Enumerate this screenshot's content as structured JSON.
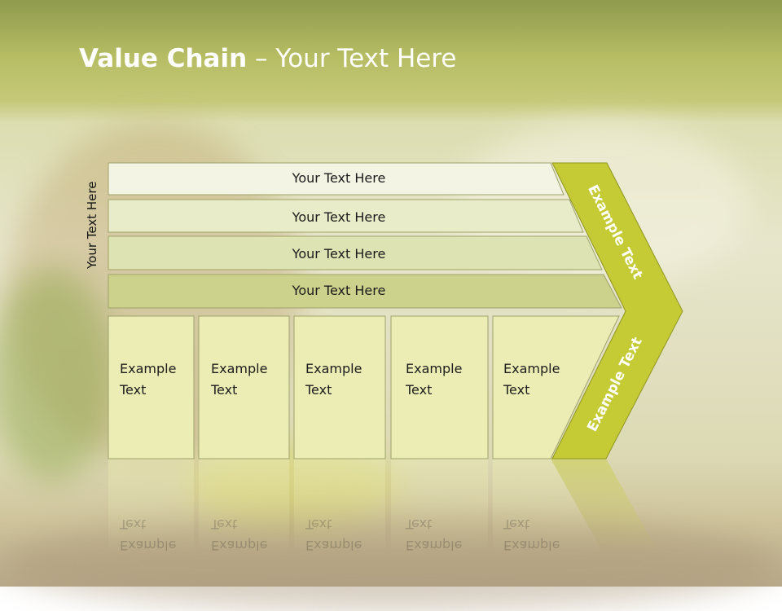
{
  "slide": {
    "title_bold": "Value Chain",
    "title_rest": " – Your Text Here",
    "side_label": "Your Text Here"
  },
  "rows": [
    {
      "label": "Your Text Here"
    },
    {
      "label": "Your Text Here"
    },
    {
      "label": "Your Text Here"
    },
    {
      "label": "Your Text Here"
    }
  ],
  "boxes": [
    {
      "line1": "Example",
      "line2": "Text"
    },
    {
      "line1": "Example",
      "line2": "Text"
    },
    {
      "line1": "Example",
      "line2": "Text"
    },
    {
      "line1": "Example",
      "line2": "Text"
    },
    {
      "line1": "Example",
      "line2": "Text"
    }
  ],
  "chevron": {
    "upper_label": "Example Text",
    "lower_label": "Example Text"
  },
  "colors": {
    "header_olive": "#b6bd63",
    "row1": "#f3f4e4",
    "row2": "#e9ecc8",
    "row3": "#dee3b3",
    "row4": "#ccd28b",
    "box": "#ecedb5",
    "chevron": "#c5cb34"
  }
}
